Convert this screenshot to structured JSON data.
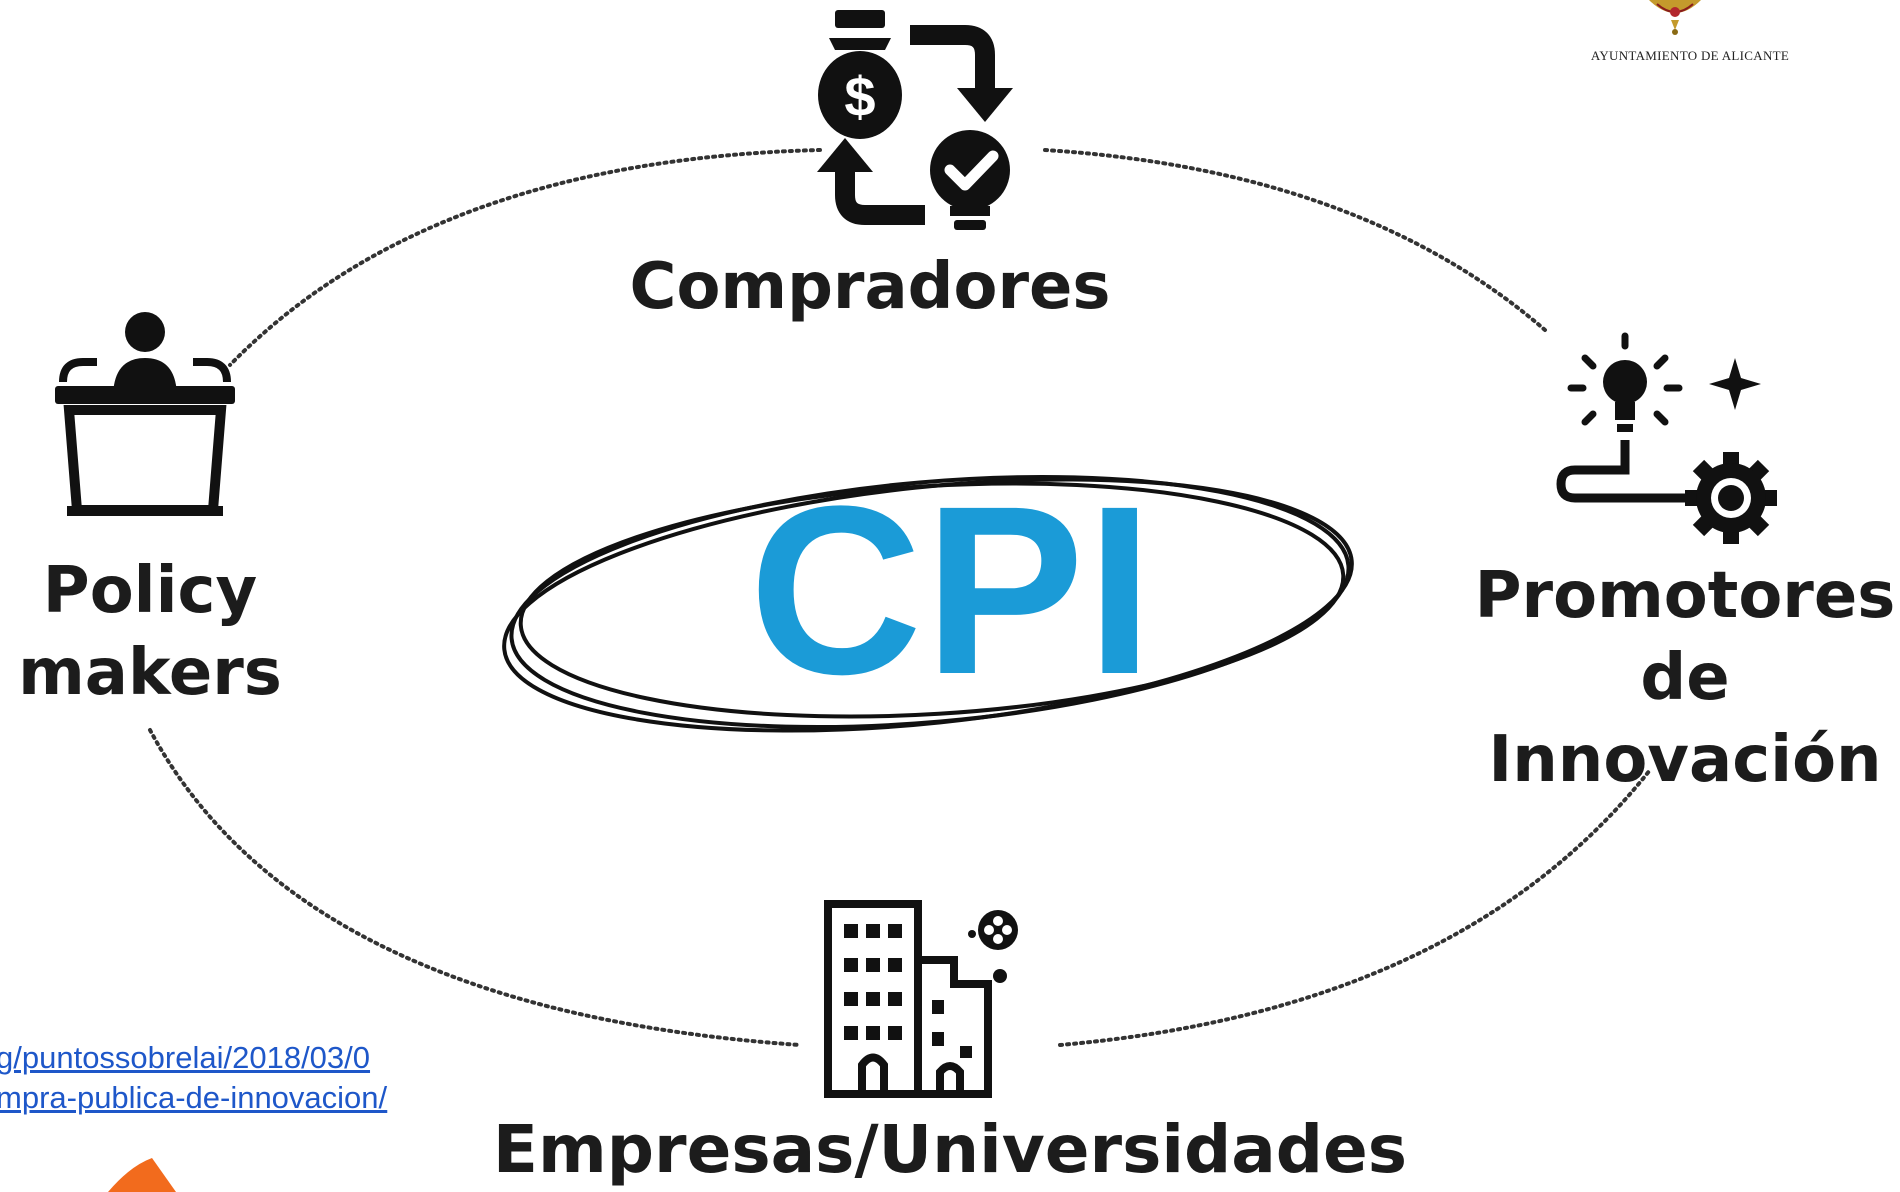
{
  "diagram": {
    "center_label": "CPI",
    "nodes": {
      "compradores": {
        "label": "Compradores",
        "icon": "money-cycle-icon"
      },
      "policy_makers": {
        "line1": "Policy",
        "line2": "makers",
        "icon": "podium-speaker-icon"
      },
      "promotores": {
        "line1": "Promotores",
        "line2": "de",
        "line3": "Innovación",
        "icon": "lightbulb-gear-icon"
      },
      "empresas": {
        "label": "Empresas/Universidades",
        "icon": "buildings-icon"
      }
    },
    "connectors": "dotted-ellipse"
  },
  "link": {
    "line1": "g/puntossobrelai/2018/03/0",
    "line2": "mpra-publica-de-innovacion/"
  },
  "organization": {
    "name": "AYUNTAMIENTO DE ALICANTE",
    "icon": "coat-of-arms-icon"
  },
  "colors": {
    "accent": "#1b9bd7",
    "text": "#1c1c1c",
    "link": "#1e57c9",
    "arrow": "#f26b1d"
  }
}
